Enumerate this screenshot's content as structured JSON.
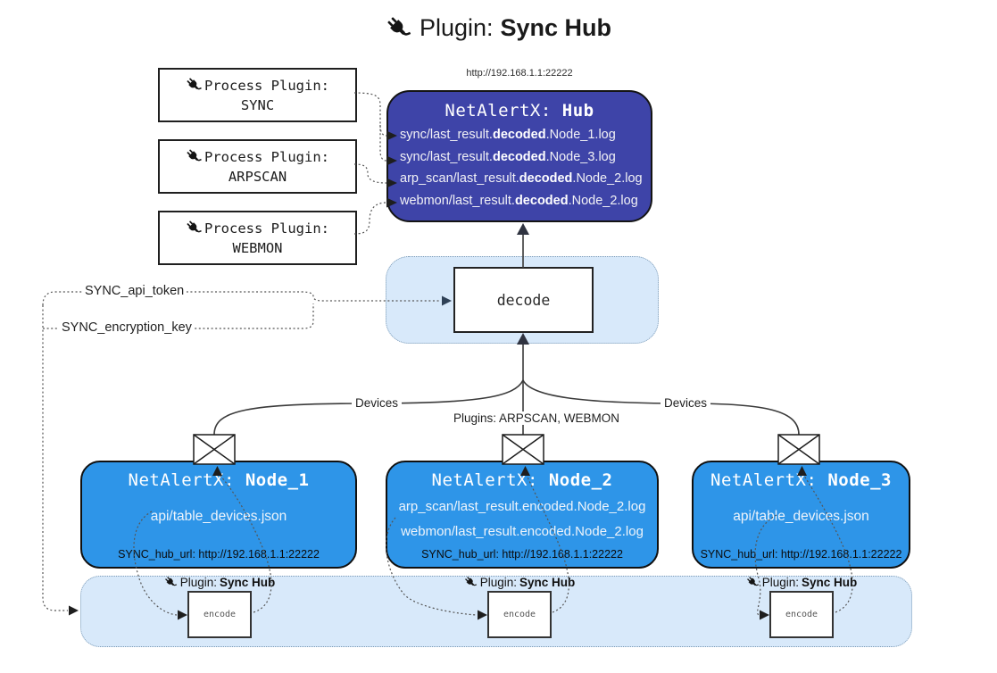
{
  "title": {
    "prefix": "Plugin: ",
    "bold": "Sync Hub"
  },
  "process_plugins": [
    {
      "line1": "Process Plugin:",
      "name": "SYNC"
    },
    {
      "line1": "Process Plugin:",
      "name": "ARPSCAN"
    },
    {
      "line1": "Process Plugin:",
      "name": "WEBMON"
    }
  ],
  "hub": {
    "url": "http://192.168.1.1:22222",
    "title_prefix": "NetAlertX: ",
    "title_name": "Hub",
    "lines": [
      {
        "pre": "sync/last_result.",
        "bold": "decoded",
        "post": ".Node_1.log"
      },
      {
        "pre": "sync/last_result.",
        "bold": "decoded",
        "post": ".Node_3.log"
      },
      {
        "pre": "arp_scan/last_result.",
        "bold": "decoded",
        "post": ".Node_2.log"
      },
      {
        "pre": "webmon/last_result.",
        "bold": "decoded",
        "post": ".Node_2.log"
      }
    ]
  },
  "decode": {
    "label": "decode"
  },
  "keys": {
    "api_token": "SYNC_api_token",
    "encryption_key": "SYNC_encryption_key"
  },
  "edge_labels": {
    "devices_left": "Devices",
    "plugins_mid": "Plugins: ARPSCAN, WEBMON",
    "devices_right": "Devices"
  },
  "nodes": [
    {
      "title_prefix": "NetAlertX: ",
      "title_name": "Node_1",
      "lines": [
        "api/table_devices.json"
      ],
      "hub_url": "SYNC_hub_url: http://192.168.1.1:22222"
    },
    {
      "title_prefix": "NetAlertX: ",
      "title_name": "Node_2",
      "lines": [
        "arp_scan/last_result.encoded.Node_2.log",
        "webmon/last_result.encoded.Node_2.log"
      ],
      "hub_url": "SYNC_hub_url: http://192.168.1.1:22222"
    },
    {
      "title_prefix": "NetAlertX: ",
      "title_name": "Node_3",
      "lines": [
        "api/table_devices.json"
      ],
      "hub_url": "SYNC_hub_url: http://192.168.1.1:22222"
    }
  ],
  "encoders": [
    {
      "label_prefix": "Plugin: ",
      "label_bold": "Sync Hub",
      "box": "encode"
    },
    {
      "label_prefix": "Plugin: ",
      "label_bold": "Sync Hub",
      "box": "encode"
    },
    {
      "label_prefix": "Plugin: ",
      "label_bold": "Sync Hub",
      "box": "encode"
    }
  ],
  "colors": {
    "hub_fill": "#3E44A8",
    "node_fill": "#2E95E8",
    "region_fill": "#D8E9FA",
    "region_border": "#7C9AB5",
    "line_dark": "#3a3a3a",
    "line_dotted": "#555555"
  }
}
